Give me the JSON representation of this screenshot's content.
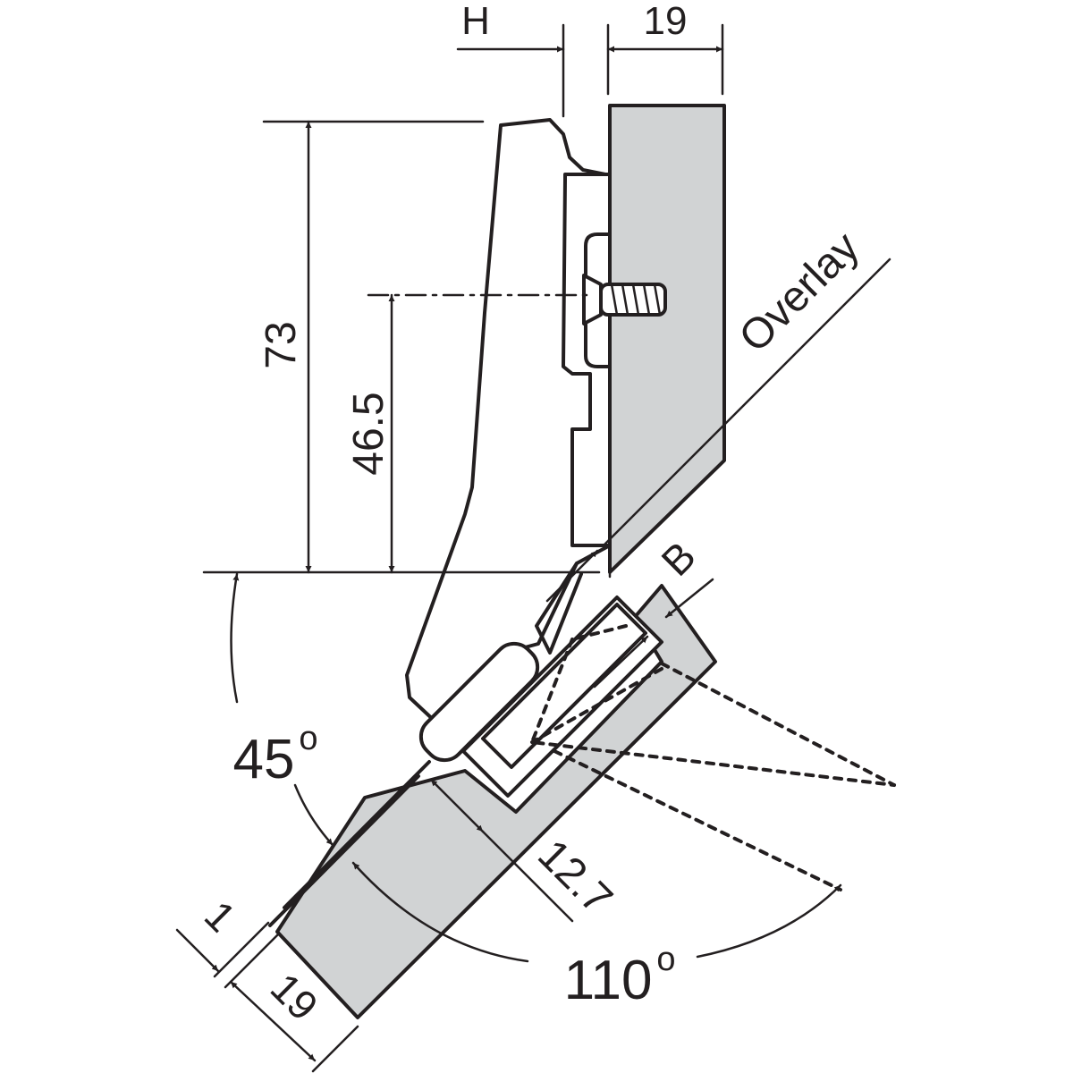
{
  "labels": {
    "h": "H",
    "top_thickness": "19",
    "overlay": "Overlay",
    "height_73": "73",
    "height_46_5": "46.5",
    "b": "B",
    "angle_45": "45",
    "degree_mark": "o",
    "depth_12_7": "12.7",
    "angle_110": "110",
    "gap_1": "1",
    "bottom_thickness": "19"
  },
  "colors": {
    "line": "#231f20",
    "panel_fill": "#d1d3d4",
    "background": "#ffffff"
  }
}
